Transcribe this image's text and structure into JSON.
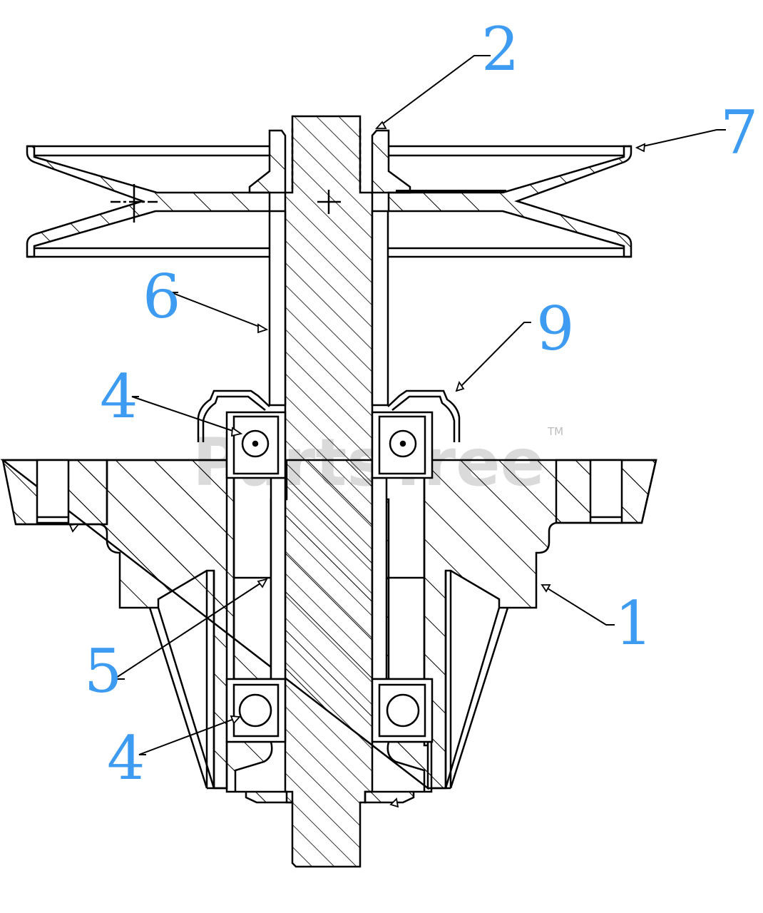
{
  "callouts": [
    {
      "id": "label-1",
      "text": "1"
    },
    {
      "id": "label-2",
      "text": "2"
    },
    {
      "id": "label-4a",
      "text": "4"
    },
    {
      "id": "label-4b",
      "text": "4"
    },
    {
      "id": "label-5",
      "text": "5"
    },
    {
      "id": "label-6",
      "text": "6"
    },
    {
      "id": "label-7",
      "text": "7"
    },
    {
      "id": "label-9",
      "text": "9"
    }
  ],
  "watermark": {
    "text": "PartsTree",
    "trademark": "TM"
  },
  "colors": {
    "callout": "#3d9bf2",
    "line": "#000000",
    "watermark": "#bdbdbd"
  }
}
